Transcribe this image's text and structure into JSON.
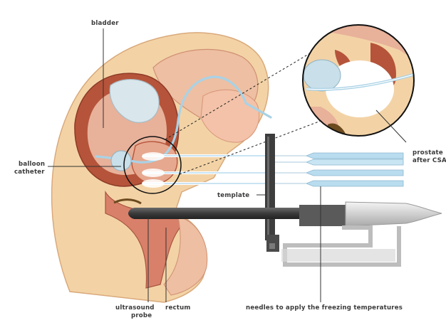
{
  "labels": {
    "bladder": "bladder",
    "balloon_line1": "balloon",
    "balloon_line2": "catheter",
    "prostate_line1": "prostate",
    "prostate_line2": "after CSA",
    "template": "template",
    "ultrasound_line1": "ultrasound",
    "ultrasound_line2": "probe",
    "rectum": "rectum",
    "needles": "needles to apply the freezing temperatures"
  },
  "colors": {
    "skin": "#f3d3a6",
    "tissue": "#e8b19a",
    "muscle": "#b5543a",
    "muscle_dark": "#8e3a28",
    "bladder_fill": "#d9e6ec",
    "catheter": "#a9d2e6",
    "needle": "#b9dcef",
    "probe": "#3b3b3b",
    "frozen": "#ffffff"
  }
}
